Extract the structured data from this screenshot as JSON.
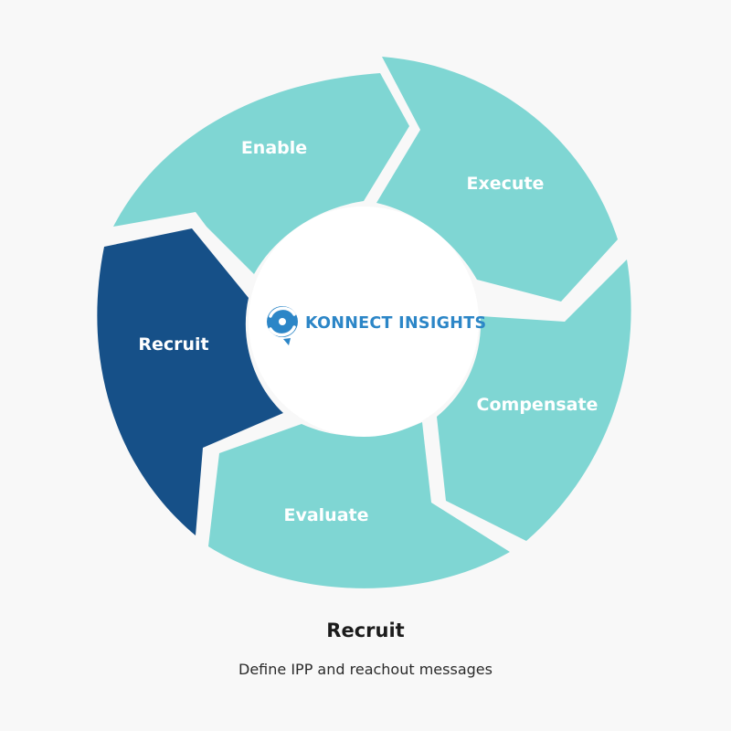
{
  "colors": {
    "background": "#f8f8f8",
    "segment": "#7fd6d3",
    "active_segment": "#165088",
    "label": "#ffffff",
    "logo": "#2c86c7"
  },
  "logo": {
    "icon": "konnect-insights-logo-icon",
    "text": "KONNECT INSIGHTS"
  },
  "cycle": {
    "active": "Recruit",
    "stages": [
      {
        "label": "Enable",
        "active": false
      },
      {
        "label": "Execute",
        "active": false
      },
      {
        "label": "Compensate",
        "active": false
      },
      {
        "label": "Evaluate",
        "active": false
      },
      {
        "label": "Recruit",
        "active": true
      }
    ]
  },
  "caption": {
    "title": "Recruit",
    "description": "Define IPP and reachout messages"
  }
}
